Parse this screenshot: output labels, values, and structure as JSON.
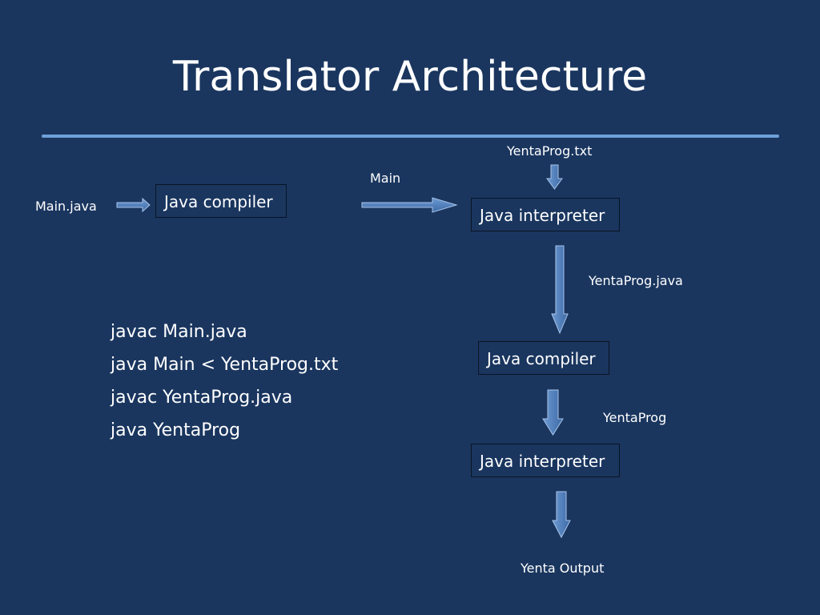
{
  "slide": {
    "title": "Translator Architecture",
    "colors": {
      "background": "#1a365f",
      "rule": "#6e9fd8",
      "arrow": "#4f81bd",
      "arrow_outline": "#a9c4e8",
      "box_border": "#0a1424"
    }
  },
  "diagram": {
    "labels": {
      "main_java": "Main.java",
      "main": "Main",
      "yentaprog_txt": "YentaProg.txt",
      "yentaprog_java": "YentaProg.java",
      "yentaprog": "YentaProg",
      "yenta_output": "Yenta Output"
    },
    "boxes": {
      "compiler_1": "Java compiler",
      "interpreter_1": "Java interpreter",
      "compiler_2": "Java compiler",
      "interpreter_2": "Java interpreter"
    }
  },
  "commands": [
    "javac Main.java",
    "java Main < YentaProg.txt",
    "javac YentaProg.java",
    "java YentaProg"
  ]
}
